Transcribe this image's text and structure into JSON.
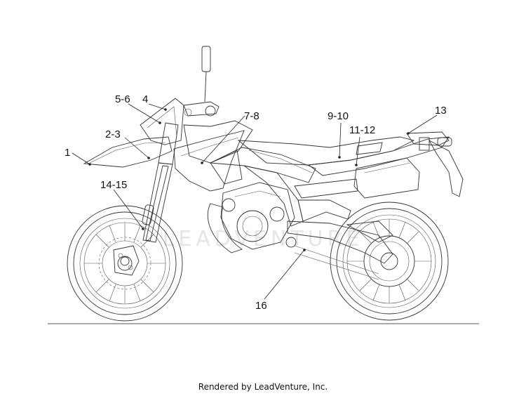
{
  "callouts": {
    "c1": "1",
    "c2_3": "2-3",
    "c4": "4",
    "c5_6": "5-6",
    "c7_8": "7-8",
    "c9_10": "9-10",
    "c11_12": "11-12",
    "c13": "13",
    "c14_15": "14-15",
    "c16": "16"
  },
  "watermark": "LEADVENTURE",
  "credit": "Rendered by LeadVenture, Inc."
}
